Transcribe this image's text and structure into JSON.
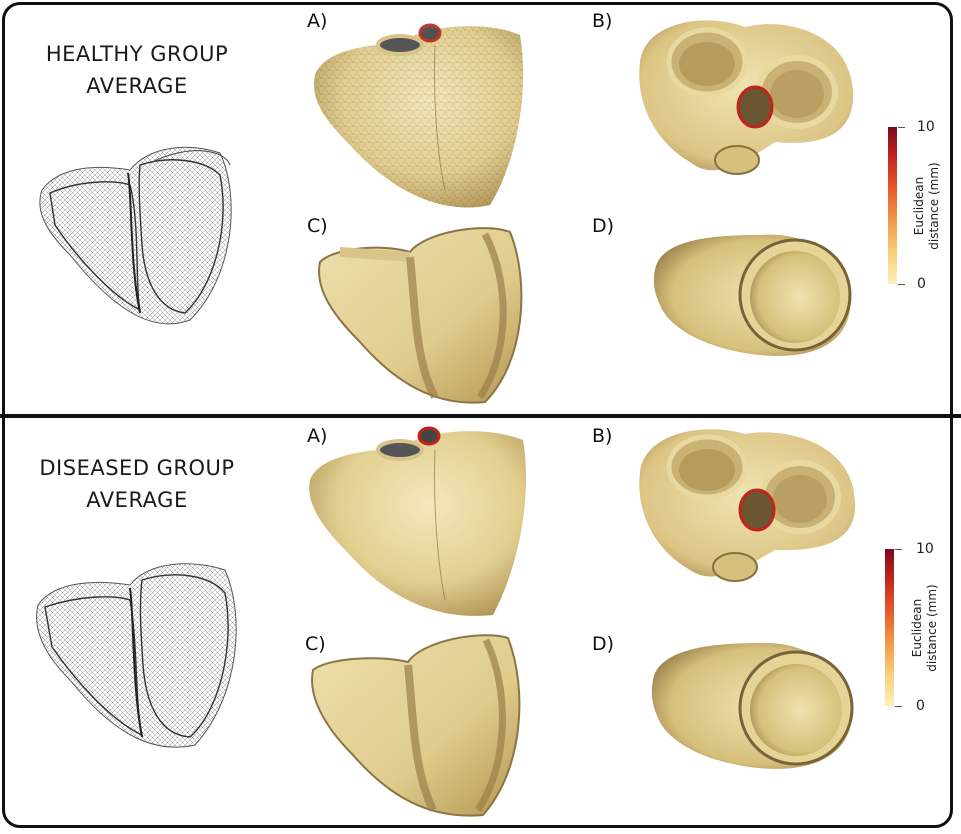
{
  "groups": [
    {
      "title_line1": "HEALTHY GROUP",
      "title_line2": "AVERAGE",
      "panels": [
        {
          "label": "A)",
          "view": "epicardial"
        },
        {
          "label": "B)",
          "view": "basal"
        },
        {
          "label": "C)",
          "view": "cut-section"
        },
        {
          "label": "D)",
          "view": "apical"
        }
      ],
      "colorbar": {
        "max_label": "10",
        "min_label": "0",
        "title_line1": "Euclidean",
        "title_line2": "distance (mm)"
      }
    },
    {
      "title_line1": "DISEASED GROUP",
      "title_line2": "AVERAGE",
      "panels": [
        {
          "label": "A)",
          "view": "epicardial"
        },
        {
          "label": "B)",
          "view": "basal"
        },
        {
          "label": "C)",
          "view": "cut-section"
        },
        {
          "label": "D)",
          "view": "apical"
        }
      ],
      "colorbar": {
        "max_label": "10",
        "min_label": "0",
        "title_line1": "Euclidean",
        "title_line2": "distance (mm)"
      }
    }
  ],
  "colors": {
    "mesh_base": "#e7d79c",
    "mesh_shadow": "#b79a58",
    "mesh_highlight": "#f3e8bd",
    "hot": "#c0241d",
    "wireframe": "#444444"
  },
  "icons": {
    "wireframe": "wireframe-heart-icon"
  }
}
